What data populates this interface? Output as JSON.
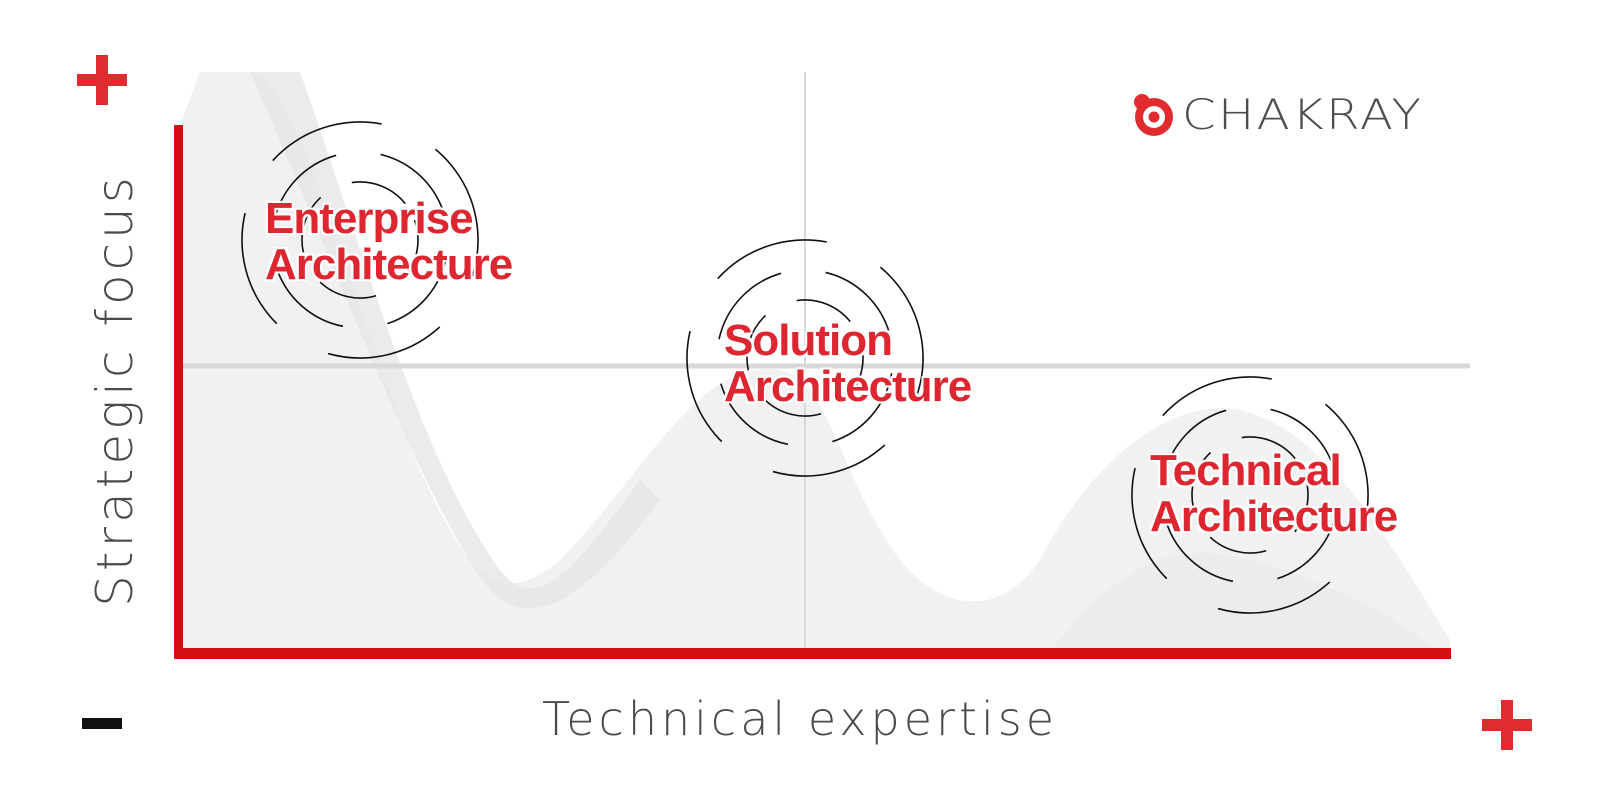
{
  "logo": {
    "brand": "CHAKRAY",
    "icon": "chakray-target-icon",
    "brand_color": "#e02b2f"
  },
  "axes": {
    "y_label": "Strategic focus",
    "x_label": "Technical expertise",
    "y_top_marker": "+",
    "x_left_marker": "-",
    "x_right_marker": "+",
    "axis_color": "#d40f14"
  },
  "nodes": [
    {
      "line1": "Enterprise",
      "line2": "Architecture",
      "position": "high strategic focus, low technical expertise"
    },
    {
      "line1": "Solution",
      "line2": "Architecture",
      "position": "medium strategic focus, medium technical expertise"
    },
    {
      "line1": "Technical",
      "line2": "Architecture",
      "position": "low strategic focus, high technical expertise"
    }
  ],
  "colors": {
    "label_red": "#dd2630",
    "text_gray": "#4a4a4a",
    "grid_gray": "#d8d8d8",
    "wave_gray": "#ececec"
  }
}
